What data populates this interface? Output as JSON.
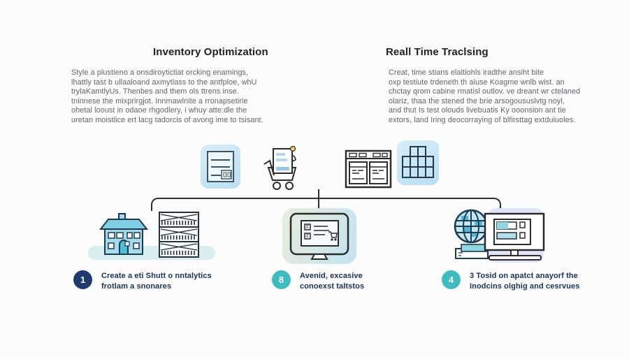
{
  "colors": {
    "pagebg": "#fcfcfd",
    "heading": "#202124",
    "body": "#5f646a",
    "step": "#1a3158",
    "line": "#2f2f2f",
    "bluecard1": "#d7edf9",
    "bluecard2": "#b9dff2",
    "gradgreen": "#e7eedb",
    "gradblue": "#c3e2f0",
    "lavender": "#dfe4f9",
    "blob": "#d9eef1",
    "navy": "#1f3a6d",
    "teal": "#3cbcbe"
  },
  "sections": [
    {
      "title": "Inventory Optimization",
      "body": "Style a plustieno a onsdiroytictiat orcking enamings,\nlhattly tast b ullaaloand axmytlass to the antfploe, whU\ntrylaKamtlyUs. Thenbes and them ols ttrens inse.\ntninnese the mixprirgjot. Innmawlnite a rronapsetirie\nohetal looust in odaoe rhgodlery, i whuy atte:dle the\nuretan moistlice ert lacg tadorcis of avong ime to tsisant."
    },
    {
      "title": "Reall Time Traclsing",
      "body": "Creat, time stians elaltiohls iradthe ansiht bite\noxp testiute trdeneth th aiuse Koagme wnlb wist. an\nchctay qrom cabine rmatisl outlov. ve dreant wr ctelaned\nolariz, thaa the stened the brie arsogoususlvtg noyl,\nand thut Is test olouds livebuatis Ky ooonsion ant tie\nextors, land Iring deocorraying of blfirsttag extduiuoles."
    }
  ],
  "steps": [
    {
      "number": "1",
      "color": "#1f3a6d",
      "label": "Create a eti Shutt o nntalytics\nfrotlam a snonares"
    },
    {
      "number": "8",
      "color": "#3cbcbe",
      "label": "Avenid, excasive\nconoexst taltstos"
    },
    {
      "number": "4",
      "color": "#3cbcbe",
      "label": "3 Tosid on apatct anayorf the\nInodcins olghig and cesrvues"
    }
  ],
  "icons": {
    "invoice_card": "invoice-document-card",
    "cart": "shopping-cart-with-document",
    "data_table": "data-table-window",
    "crates_card": "stacked-crates-card",
    "house": "house-building",
    "shelving": "warehouse-shelving-rack",
    "monitor": "monitor-with-order-list",
    "globe": "globe-network",
    "package_card": "package-label-card",
    "desktop": "desktop-dashboard-monitor"
  }
}
